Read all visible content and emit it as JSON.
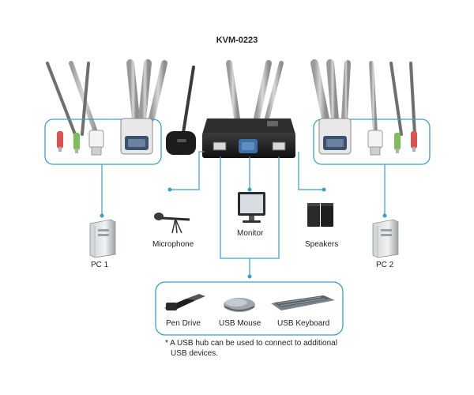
{
  "title": "KVM-0223",
  "labels": {
    "microphone": "Microphone",
    "monitor": "Monitor",
    "speakers": "Speakers",
    "pc1": "PC 1",
    "pc2": "PC 2",
    "pen_drive": "Pen Drive",
    "usb_mouse": "USB Mouse",
    "usb_keyboard": "USB Keyboard"
  },
  "note_line1": "* A USB hub can be used to connect to additional",
  "note_line2": "USB devices.",
  "colors": {
    "connector_line": "#3aa0c8",
    "device_body": "#2b2b2b",
    "audio_pink": "#d9534f",
    "audio_green": "#7cbf5a"
  }
}
